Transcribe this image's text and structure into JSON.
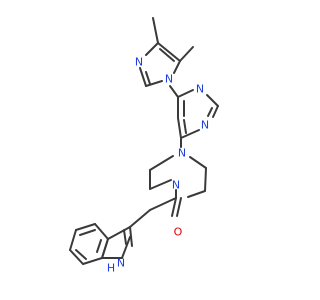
{
  "colors": {
    "bond": "#3a3a3a",
    "nitrogen": "#1d3fe0",
    "oxygen": "#e00000"
  },
  "labels": {
    "n_imid_top": "N",
    "n_imid_bottom": "N",
    "n_pyr_upper": "N",
    "n_pyr_lower": "N",
    "n_pip_top": "N",
    "n_pip_bottom": "N",
    "o_carbonyl": "O",
    "n_indole": "N",
    "h_indole": "H"
  }
}
